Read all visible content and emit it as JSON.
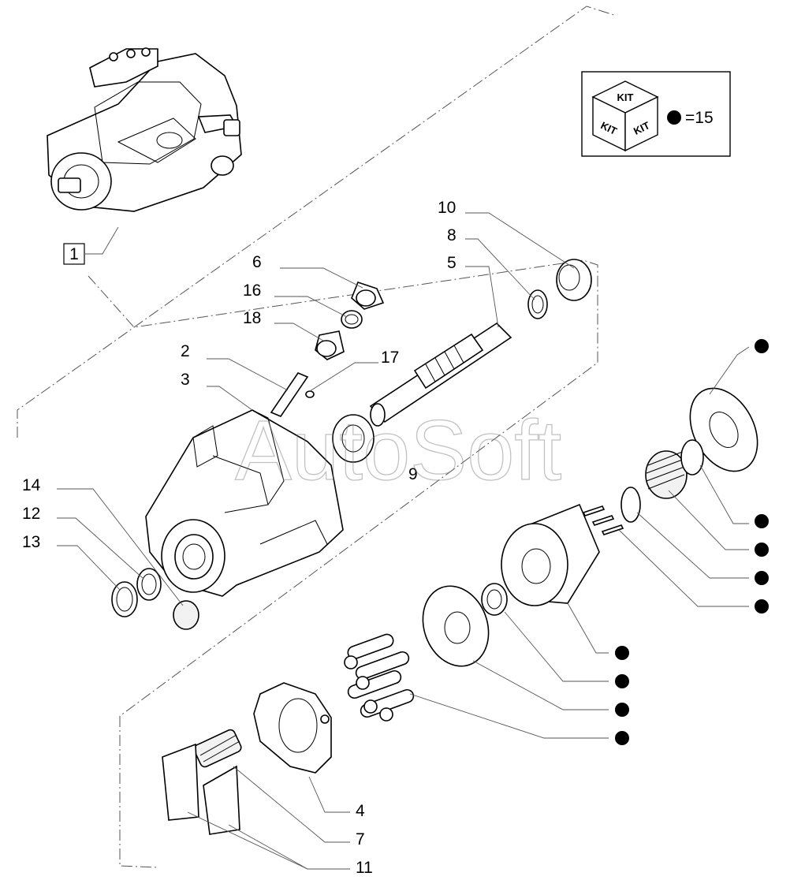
{
  "callouts": {
    "c1": "1",
    "c2": "2",
    "c3": "3",
    "c4": "4",
    "c5": "5",
    "c6": "6",
    "c7": "7",
    "c8": "8",
    "c9": "9",
    "c10": "10",
    "c11": "11",
    "c12": "12",
    "c13": "13",
    "c14": "14",
    "c16": "16",
    "c17": "17",
    "c18": "18"
  },
  "kit_legend": {
    "cube_top": "KIT",
    "cube_left": "KIT",
    "cube_right": "KIT",
    "equals_text": "=15",
    "marker_icon": "filled-circle-icon"
  },
  "watermark": "AutoSoft",
  "kit_marker_count": 9
}
